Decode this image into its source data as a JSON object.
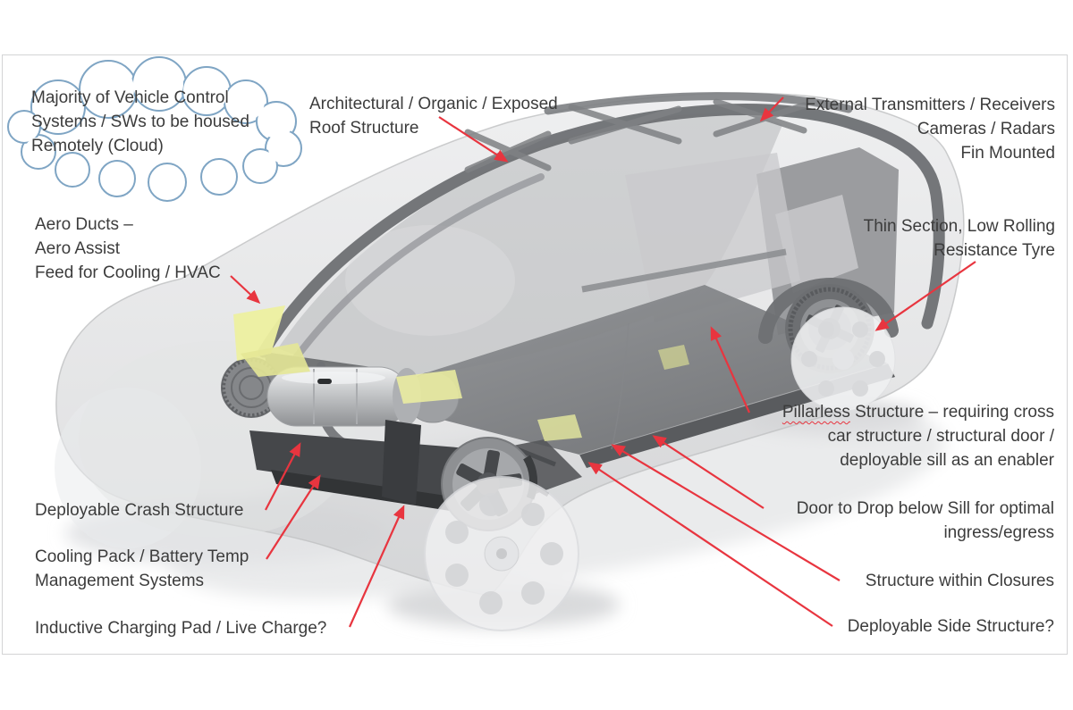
{
  "colors": {
    "annotation_text": "#3c3c3c",
    "arrow_red": "#e8353f",
    "cloud_outline": "#7fa5c4",
    "duct_highlight_yellow": "#edf0a0",
    "frame_gray": "#6e7073",
    "slide_border": "#d3d4d5"
  },
  "labels": {
    "cloud": {
      "lines": [
        "Majority of Vehicle Control",
        "Systems / SWs to be housed",
        "Remotely (Cloud)"
      ]
    },
    "roof": {
      "lines": [
        "Architectural / Organic / Exposed",
        "Roof Structure"
      ]
    },
    "transmitters": {
      "lines": [
        "External Transmitters / Receivers",
        "Cameras / Radars",
        "Fin Mounted"
      ]
    },
    "aero": {
      "lines": [
        "Aero Ducts –",
        "Aero Assist",
        "Feed for Cooling / HVAC"
      ]
    },
    "tyre": {
      "lines": [
        "Thin Section, Low Rolling",
        "Resistance Tyre"
      ]
    },
    "pillarless": {
      "underlined_word": "Pillarless",
      "line1_rest": " Structure – requiring cross",
      "lines": [
        "car structure / structural door /",
        "deployable sill as an enabler"
      ]
    },
    "door_drop": {
      "lines": [
        "Door to Drop below Sill for optimal",
        "ingress/egress"
      ]
    },
    "closures": {
      "lines": [
        "Structure within Closures"
      ]
    },
    "side_structure": {
      "lines": [
        "Deployable Side Structure?"
      ]
    },
    "crash": {
      "lines": [
        "Deployable Crash Structure"
      ]
    },
    "cooling": {
      "lines": [
        "Cooling Pack / Battery Temp",
        "Management Systems"
      ]
    },
    "inductive": {
      "lines": [
        "Inductive Charging Pad / Live Charge?"
      ]
    }
  }
}
